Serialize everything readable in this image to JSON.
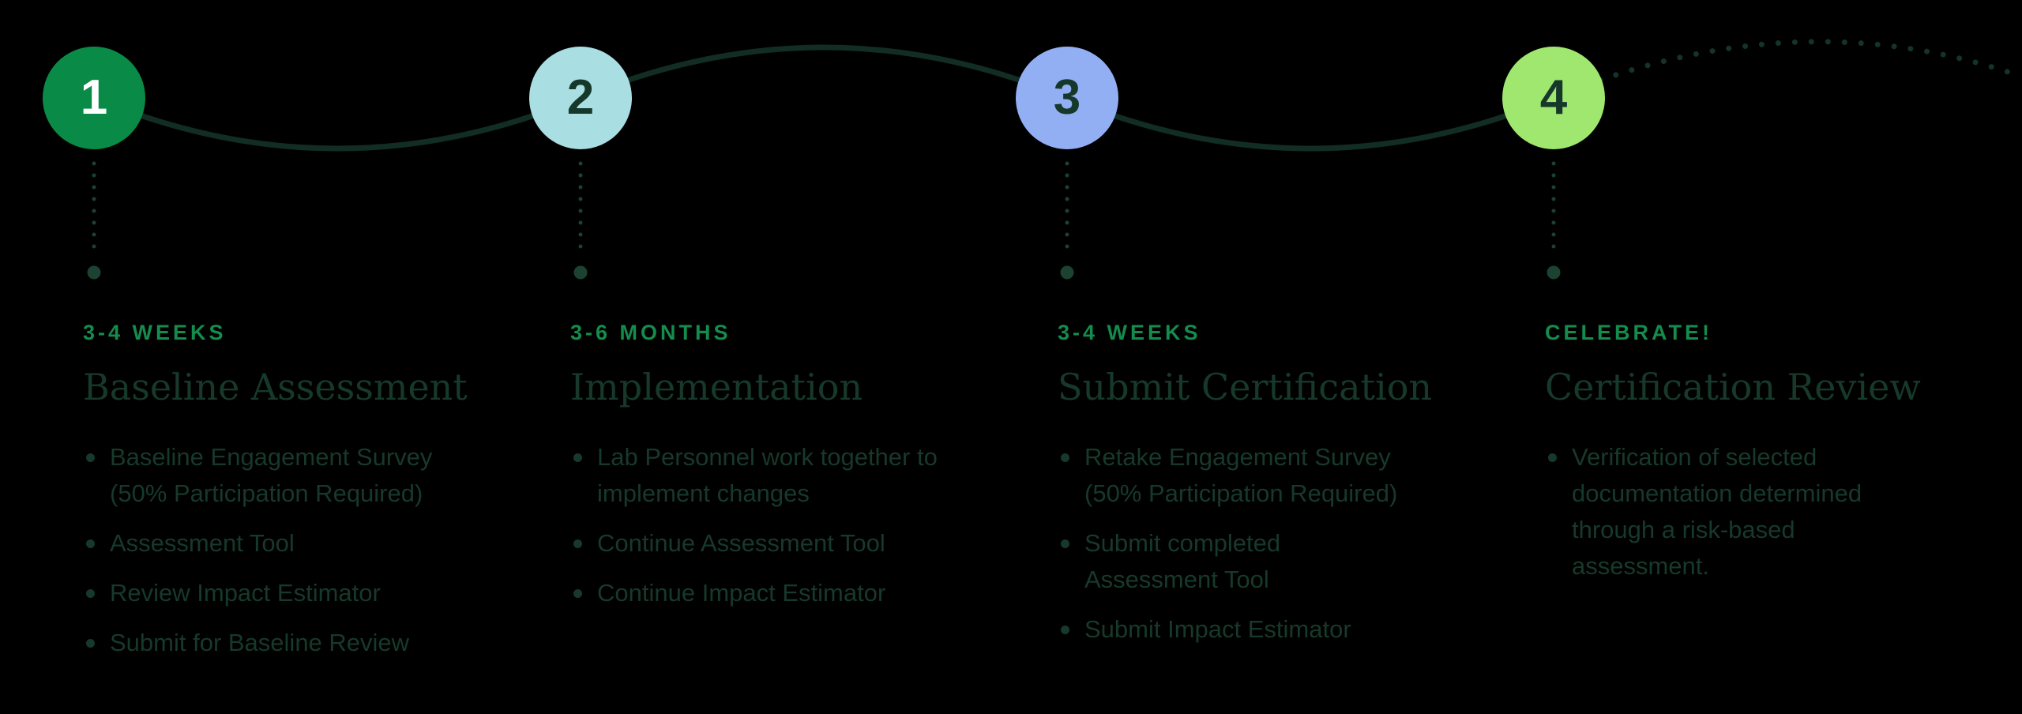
{
  "palette": {
    "background": "#000000",
    "eyebrow_green": "#148C4C",
    "body_green": "#17392B",
    "wave_line": "#122D23",
    "drop_dot_green": "#1C4231"
  },
  "steps": [
    {
      "number": "1",
      "circle_color": "#0A8A47",
      "number_color": "#FFFFFF",
      "eyebrow": "3-4 WEEKS",
      "title": "Baseline Assessment",
      "bullets": [
        {
          "lines": [
            "Baseline Engagement Survey",
            "(50% Participation Required)"
          ]
        },
        {
          "lines": [
            "Assessment Tool"
          ]
        },
        {
          "lines": [
            "Review Impact Estimator"
          ]
        },
        {
          "lines": [
            "Submit for Baseline Review"
          ]
        }
      ]
    },
    {
      "number": "2",
      "circle_color": "#A9DEE3",
      "number_color": "#15382B",
      "eyebrow": "3-6 MONTHS",
      "title": "Implementation",
      "bullets": [
        {
          "lines": [
            "Lab Personnel work together to",
            "implement changes"
          ]
        },
        {
          "lines": [
            "Continue Assessment Tool"
          ]
        },
        {
          "lines": [
            "Continue Impact Estimator"
          ]
        }
      ]
    },
    {
      "number": "3",
      "circle_color": "#93AFF4",
      "number_color": "#15382B",
      "eyebrow": "3-4 WEEKS",
      "title": "Submit Certification",
      "bullets": [
        {
          "lines": [
            "Retake Engagement Survey",
            "(50% Participation Required)"
          ]
        },
        {
          "lines": [
            "Submit completed",
            "Assessment Tool"
          ]
        },
        {
          "lines": [
            "Submit Impact Estimator"
          ]
        }
      ]
    },
    {
      "number": "4",
      "circle_color": "#9FE76F",
      "number_color": "#15382B",
      "eyebrow": "CELEBRATE!",
      "title": "Certification Review",
      "bullets": [
        {
          "lines": [
            "Verification of selected",
            "documentation determined",
            "through a risk-based",
            "assessment."
          ]
        }
      ]
    }
  ]
}
